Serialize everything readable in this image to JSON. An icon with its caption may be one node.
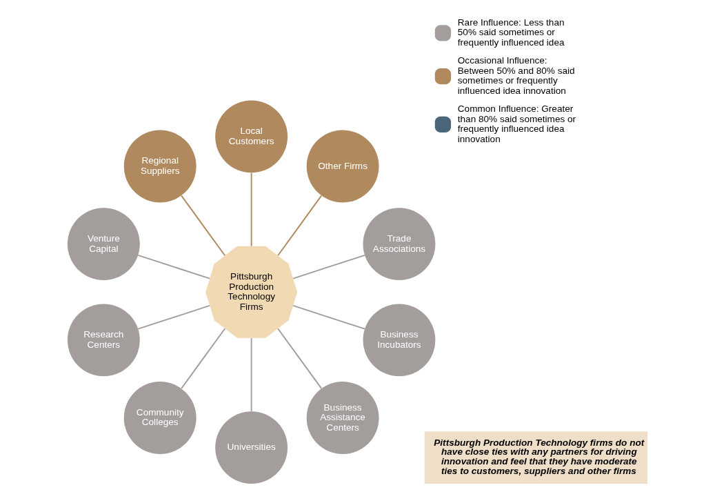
{
  "diagram": {
    "nodes": [
      {
        "text": [
          "Pittsburgh Production Technology firms do not have close ties with any partners for driving innovation and feel that they have moderate ties to customers, suppliers and other firms"
        ]
      },
      {
        "text": [
          "Pittsburgh Production Technology Firms"
        ]
      },
      {
        "text": [
          "Trade Associations"
        ]
      },
      {
        "text": [
          "Other Firms"
        ]
      },
      {
        "text": [
          "Local Customers"
        ]
      },
      {
        "text": [
          "Regional Suppliers"
        ]
      },
      {
        "text": [
          "Venture Capital"
        ]
      },
      {
        "text": [
          "Research Centers"
        ]
      },
      {
        "text": [
          "Community Colleges"
        ]
      },
      {
        "text": [
          "Universities"
        ]
      },
      {
        "text": [
          "Business Assistance Centers"
        ]
      },
      {
        "text": [
          "Business Incubators"
        ]
      }
    ],
    "edges": [
      {
        "from": 1,
        "to": 2,
        "arrow": "none"
      },
      {
        "from": 1,
        "to": 3,
        "arrow": "none",
        "color": "#b08a5e"
      },
      {
        "from": 1,
        "to": 4,
        "arrow": "none",
        "color": "#b08a5e"
      },
      {
        "from": 1,
        "to": 5,
        "arrow": "none",
        "color": "#b08a5e"
      },
      {
        "from": 1,
        "to": 6,
        "arrow": "none"
      },
      {
        "from": 1,
        "to": 7,
        "arrow": "none"
      },
      {
        "from": 1,
        "to": 8,
        "arrow": "none"
      },
      {
        "from": 1,
        "to": 9,
        "arrow": "none"
      },
      {
        "from": 1,
        "to": 10,
        "arrow": "none"
      },
      {
        "from": 1,
        "to": 11,
        "arrow": "none"
      }
    ],
    "legend": [
      {
        "text": "Rare Influence: Less than 50% said sometimes or frequently influenced idea",
        "color": "#a39d9b"
      },
      {
        "text": "Occasional Influence: Between 50% and 80% said sometimes or frequently influenced idea innovation",
        "color": "#b08a5e"
      },
      {
        "text": "Common Influence: Greater than 80% said sometimes or frequently influenced idea innovation",
        "color": "#4b6579"
      }
    ]
  }
}
